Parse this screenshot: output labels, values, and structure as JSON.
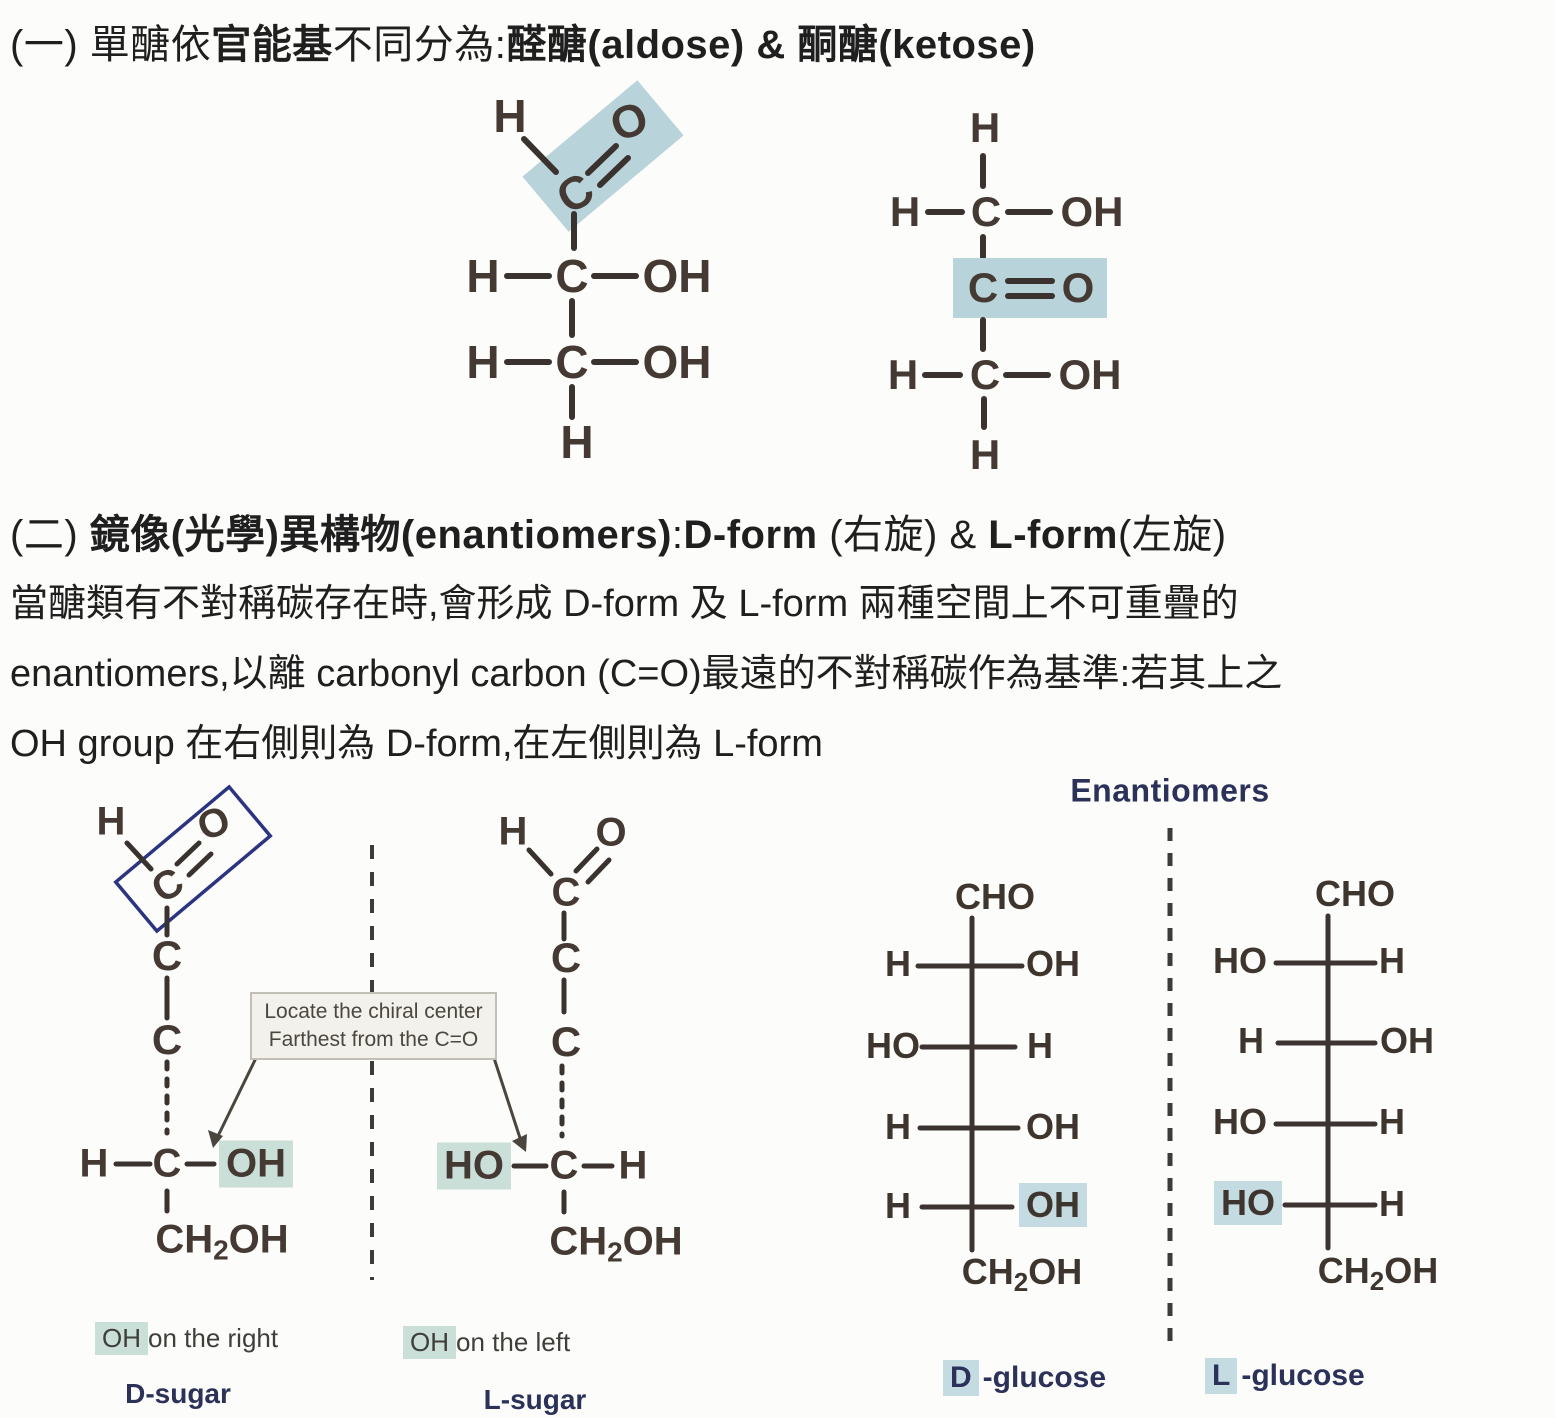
{
  "colors": {
    "highlight_blue": "#b9d3da",
    "highlight_green": "#cadfd8",
    "chip_blue": "#c3dbe1",
    "bond": "#3a322e",
    "navy_box": "#2a3480",
    "navy_label": "#2b3158"
  },
  "heading1": {
    "parts": [
      "(一) 單醣依",
      "官能基",
      "不同分為:",
      "醛醣(aldose) & 酮醣(ketose)"
    ]
  },
  "heading2": {
    "parts": [
      "(二) ",
      "鏡像(光學)異構物(enantiomers)",
      ":",
      "D-form",
      " (右旋) & ",
      "L-form",
      "(左旋)"
    ]
  },
  "paragraph": {
    "line1": "當醣類有不對稱碳存在時,會形成 D-form 及 L-form 兩種空間上不可重疊的",
    "line2": "enantiomers,以離 carbonyl carbon (C=O)最遠的不對稱碳作為基準:若其上之",
    "line3": "OH group 在右側則為 D-form,在左側則為 L-form"
  },
  "aldose": {
    "top_h": "H",
    "c": "C",
    "o": "O",
    "row1": {
      "l": "H",
      "c": "C",
      "r": "OH"
    },
    "row2": {
      "l": "H",
      "c": "C",
      "r": "OH"
    },
    "bottom_h": "H"
  },
  "ketose": {
    "top_h": "H",
    "row1": {
      "l": "H",
      "c": "C",
      "r": "OH"
    },
    "c": "C",
    "o": "O",
    "row2": {
      "l": "H",
      "c": "C",
      "r": "OH"
    },
    "bottom_h": "H"
  },
  "d_sugar": {
    "top_h": "H",
    "c1": "C",
    "o": "O",
    "c2": "C",
    "c3": "C",
    "row": {
      "l": "H",
      "c": "C",
      "r": "OH"
    },
    "ch": "CH",
    "sub": "2",
    "oh": "OH",
    "caption_hl": "OH",
    "caption_text": " on the right",
    "label": "D-sugar"
  },
  "l_sugar": {
    "top_h": "H",
    "c1": "C",
    "o": "O",
    "c2": "C",
    "c3": "C",
    "row": {
      "l": "HO",
      "c": "C",
      "r": "H"
    },
    "ch": "CH",
    "sub": "2",
    "oh": "OH",
    "caption_hl": "OH",
    "caption_text": " on the left",
    "label": "L-sugar"
  },
  "annotation": {
    "line1": "Locate the chiral center",
    "line2": "Farthest from the C=O"
  },
  "enantiomers": {
    "title": "Enantiomers",
    "d": {
      "top": "CHO",
      "r1l": "H",
      "r1r": "OH",
      "r2l": "HO",
      "r2r": "H",
      "r3l": "H",
      "r3r": "OH",
      "r4l": "H",
      "r4r": "OH",
      "ch": "CH",
      "sub": "2",
      "oh": "OH",
      "letter": "D",
      "rest": "-glucose"
    },
    "l": {
      "top": "CHO",
      "r1l": "HO",
      "r1r": "H",
      "r2l": "H",
      "r2r": "OH",
      "r3l": "HO",
      "r3r": "H",
      "r4l": "HO",
      "r4r": "H",
      "ch": "CH",
      "sub": "2",
      "oh": "OH",
      "letter": "L",
      "rest": "-glucose"
    }
  }
}
